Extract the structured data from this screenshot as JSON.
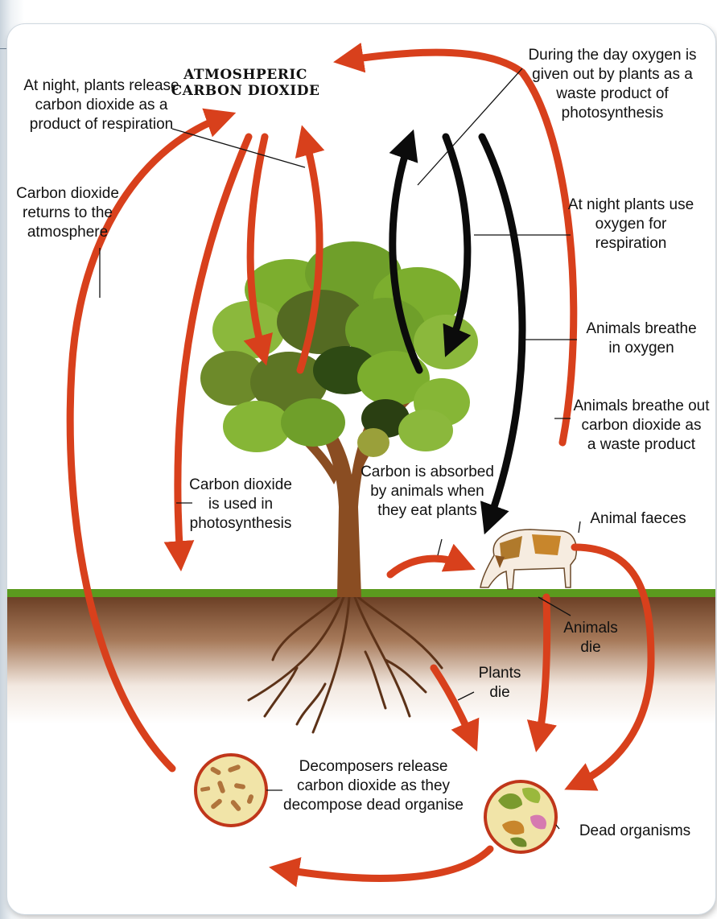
{
  "title": [
    "ATMOSHPERIC",
    "CARBON DIOXIDE"
  ],
  "labels": {
    "night_release": [
      "At night, plants release",
      "carbon dioxide as a",
      "product of respiration"
    ],
    "co2_returns": [
      "Carbon dioxide",
      "returns to the",
      "atmosphere"
    ],
    "day_oxygen": [
      "During the day oxygen is",
      "given out by plants as a",
      "waste product of",
      "photosynthesis"
    ],
    "night_oxygen": [
      "At night plants use",
      "oxygen for",
      "respiration"
    ],
    "breathe_in": [
      "Animals breathe",
      "in oxygen"
    ],
    "breathe_out": [
      "Animals breathe out",
      "carbon dioxide as",
      "a waste product"
    ],
    "co2_used": [
      "Carbon dioxide",
      "is used in",
      "photosynthesis"
    ],
    "carbon_absorbed": [
      "Carbon is absorbed",
      "by animals when",
      "they eat plants"
    ],
    "animal_faeces": [
      "Animal faeces"
    ],
    "animals_die": [
      "Animals",
      "die"
    ],
    "plants_die": [
      "Plants",
      "die"
    ],
    "decomposers": [
      "Decomposers release",
      "carbon dioxide as they",
      "decompose dead organise"
    ],
    "dead_organisms": [
      "Dead organisms"
    ]
  },
  "colors": {
    "arrow_red": "#d8401c",
    "arrow_black": "#0b0b0b",
    "grass": "#5b9a1e",
    "soil": "#8a5a3a",
    "foliage_light": "#7cae2e",
    "foliage_dark": "#546a22"
  }
}
